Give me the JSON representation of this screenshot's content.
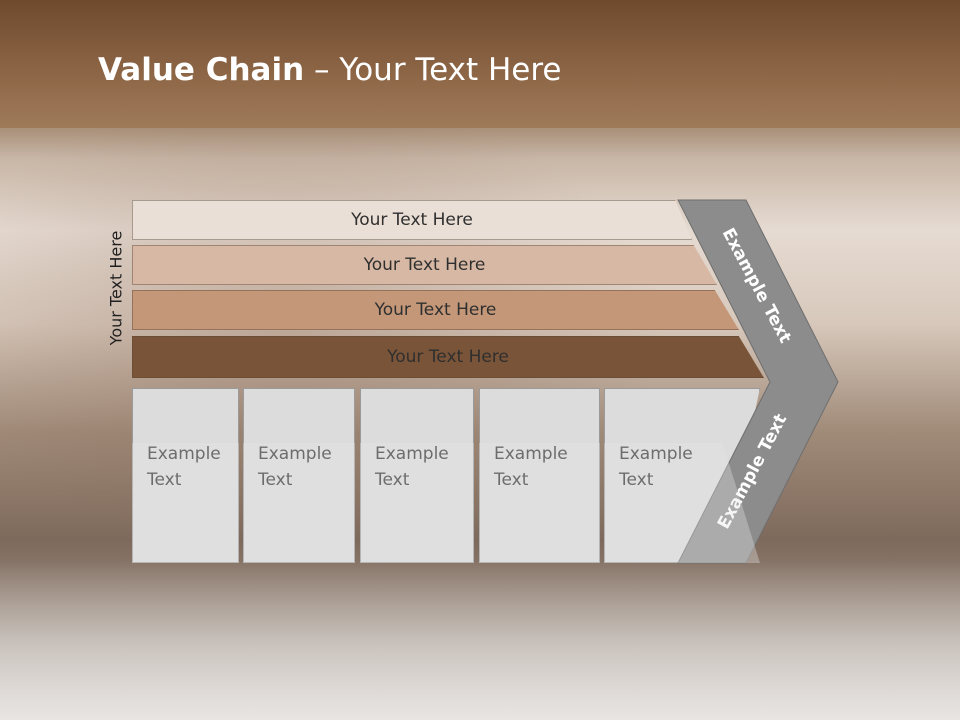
{
  "title": {
    "bold": "Value Chain",
    "rest": " – Your Text Here"
  },
  "side_label": "Your Text Here",
  "bars": [
    "Your Text Here",
    "Your Text Here",
    "Your Text Here",
    "Your Text Here"
  ],
  "columns": [
    {
      "line1": "Example",
      "line2": "Text"
    },
    {
      "line1": "Example",
      "line2": "Text"
    },
    {
      "line1": "Example",
      "line2": "Text"
    },
    {
      "line1": "Example",
      "line2": "Text"
    },
    {
      "line1": "Example",
      "line2": "Text"
    }
  ],
  "chevron": {
    "upper": "Example Text",
    "lower": "Example Text"
  },
  "colors": {
    "banner": "#8e6747",
    "chevron": "#8c8c8c",
    "bar_dark": "#7a5438"
  }
}
